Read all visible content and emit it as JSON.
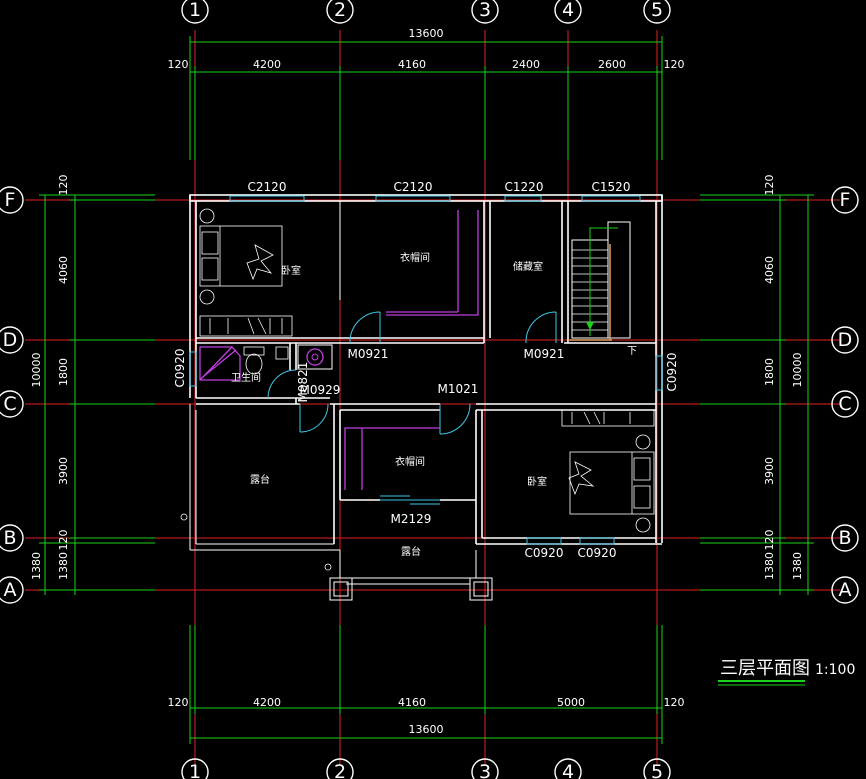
{
  "axes": {
    "vertical": [
      "1",
      "2",
      "3",
      "4",
      "5"
    ],
    "horizontal": [
      "F",
      "D",
      "C",
      "B",
      "A"
    ]
  },
  "dimensions": {
    "top_total": "13600",
    "top_segments": [
      "120",
      "4200",
      "4160",
      "2400",
      "2600",
      "120"
    ],
    "bottom_total": "13600",
    "bottom_segments": [
      "120",
      "4200",
      "4160",
      "5000",
      "120"
    ],
    "left_segments": [
      "120",
      "4060",
      "1800",
      "3900",
      "120",
      "1380"
    ],
    "left_total": "10000",
    "left_outer": "1380",
    "right_segments": [
      "120",
      "4060",
      "1800",
      "3900",
      "120",
      "1380"
    ],
    "right_total": "10000",
    "right_outer": "1380"
  },
  "windows": {
    "w1": "C2120",
    "w2": "C2120",
    "w3": "C1220",
    "w4": "C1520",
    "w5": "C0920",
    "w6": "C0920",
    "w7": "C0920",
    "w8": "C0920"
  },
  "doors": {
    "d1": "M0921",
    "d2": "M0921",
    "d3": "M1021",
    "d4": "M2129",
    "d5": "M0929",
    "d6": "M0821"
  },
  "rooms": {
    "bedroom_nw": "卧室",
    "closet_n": "衣帽间",
    "storage": "储藏室",
    "bathroom": "卫生间",
    "terrace_w": "露台",
    "closet_s": "衣帽间",
    "bedroom_se": "卧室",
    "terrace_s": "露台"
  },
  "stair_label": "下",
  "title": "三层平面图",
  "scale": "1:100"
}
